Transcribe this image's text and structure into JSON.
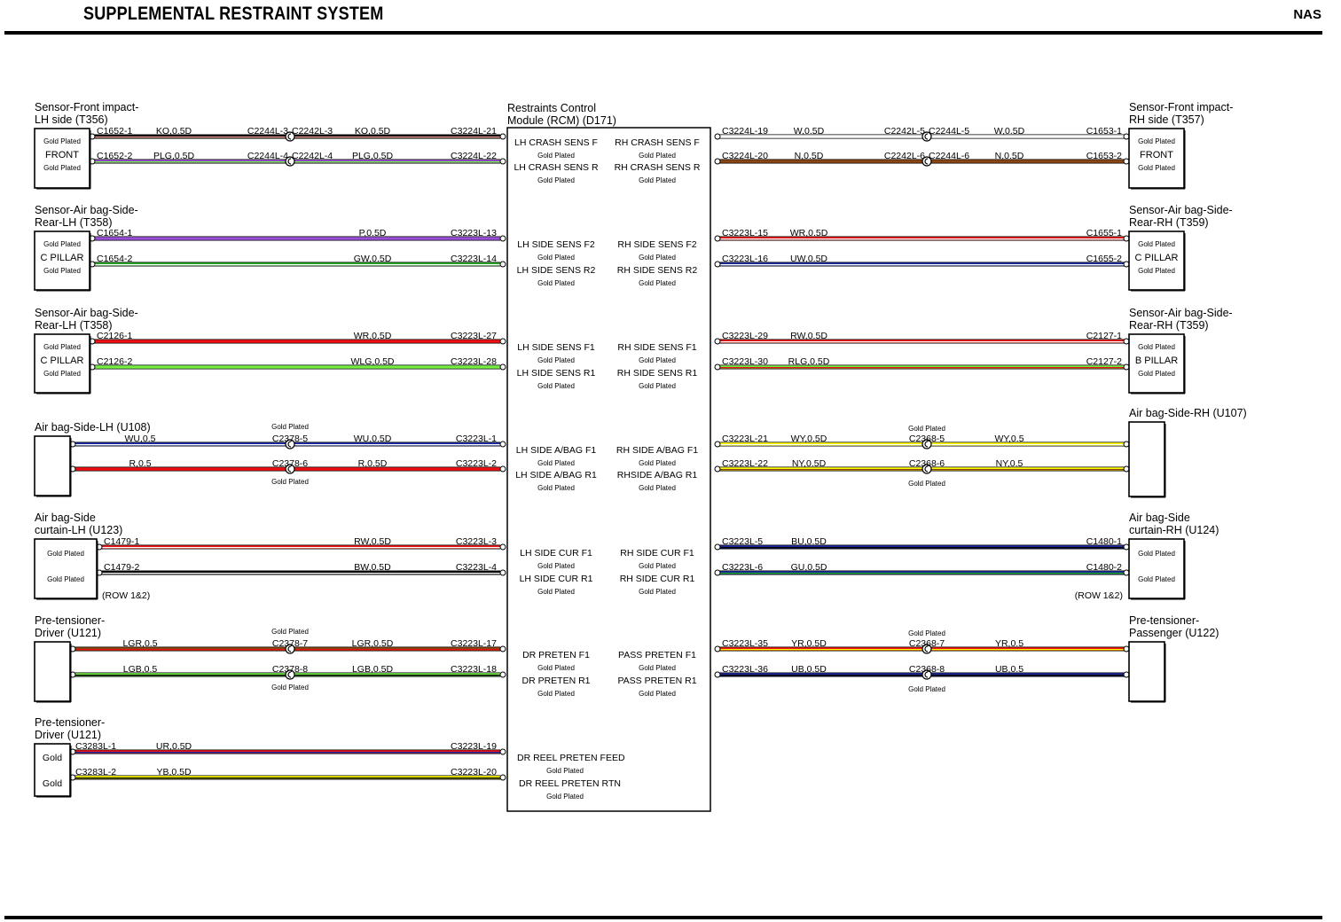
{
  "header": {
    "title": "SUPPLEMENTAL RESTRAINT SYSTEM",
    "region": "NAS"
  },
  "module": {
    "title_line1": "Restraints Control",
    "title_line2": "Module (RCM) (D171)",
    "plated_text": "Gold Plated",
    "left_pins": [
      "LH CRASH SENS F",
      "LH CRASH SENS R",
      "LH SIDE SENS F2",
      "LH SIDE SENS R2",
      "LH SIDE SENS F1",
      "LH SIDE SENS R1",
      "LH SIDE A/BAG F1",
      "LH SIDE A/BAG R1",
      "LH SIDE CUR F1",
      "LH SIDE CUR R1",
      "DR PRETEN F1",
      "DR PRETEN R1",
      "DR REEL PRETEN FEED",
      "DR REEL PRETEN RTN"
    ],
    "right_pins": [
      "RH CRASH SENS F",
      "RH CRASH SENS R",
      "RH SIDE SENS F2",
      "RH SIDE SENS R2",
      "RH SIDE SENS F1",
      "RH SIDE SENS R1",
      "RH SIDE A/BAG F1",
      "RHSIDE A/BAG R1",
      "RH SIDE CUR F1",
      "RH SIDE CUR R1",
      "PASS PRETEN F1",
      "PASS PRETEN R1"
    ]
  },
  "colors": {
    "K": "#111111",
    "O": "#f0a090",
    "P": "#9b4fd6",
    "G": "#22aa22",
    "W": "#ffffff",
    "R": "#ee1111",
    "LG": "#77ee44",
    "N": "#8b4513",
    "U": "#1a2aa0",
    "Y": "#ffff00",
    "B": "#000000",
    "CUR_L": "#e8e8e8",
    "GU_L": "#22aa88"
  },
  "left_components": [
    {
      "title": [
        "Sensor-Front impact-",
        "LH side (T356)"
      ],
      "box_text": [
        "Gold Plated",
        "FRONT",
        "Gold Plated"
      ]
    },
    {
      "title": [
        "Sensor-Air bag-Side-",
        "Rear-LH (T358)"
      ],
      "box_text": [
        "Gold Plated",
        "C PILLAR",
        "Gold Plated"
      ]
    },
    {
      "title": [
        "Sensor-Air bag-Side-",
        "Rear-LH (T358)"
      ],
      "box_text": [
        "Gold Plated",
        "C PILLAR",
        "Gold Plated"
      ]
    },
    {
      "title": [
        "Air bag-Side-LH (U108)"
      ],
      "box_text": []
    },
    {
      "title": [
        "Air bag-Side",
        "curtain-LH (U123)"
      ],
      "box_text": [
        "Gold Plated",
        "Gold Plated"
      ],
      "note": "(ROW 1&2)"
    },
    {
      "title": [
        "Pre-tensioner-",
        "Driver (U121)"
      ],
      "box_text": []
    },
    {
      "title": [
        "Pre-tensioner-",
        "Driver (U121)"
      ],
      "box_text": [
        "Gold",
        "Gold"
      ]
    }
  ],
  "right_components": [
    {
      "title": [
        "Sensor-Front impact-",
        "RH side (T357)"
      ],
      "box_text": [
        "Gold Plated",
        "FRONT",
        "Gold Plated"
      ]
    },
    {
      "title": [
        "Sensor-Air bag-Side-",
        "Rear-RH (T359)"
      ],
      "box_text": [
        "Gold Plated",
        "C PILLAR",
        "Gold Plated"
      ]
    },
    {
      "title": [
        "Sensor-Air bag-Side-",
        "Rear-RH (T359)"
      ],
      "box_text": [
        "Gold Plated",
        "B PILLAR",
        "Gold Plated"
      ]
    },
    {
      "title": [
        "Air bag-Side-RH (U107)"
      ],
      "box_text": []
    },
    {
      "title": [
        "Air bag-Side",
        "curtain-RH (U124)"
      ],
      "box_text": [
        "Gold Plated",
        "Gold Plated"
      ],
      "note": "(ROW 1&2)"
    },
    {
      "title": [
        "Pre-tensioner-",
        "Passenger (U122)"
      ],
      "box_text": []
    }
  ],
  "left_wires": [
    {
      "comp_pin": "C1652-1",
      "label_a": "KO,0.5D",
      "inline_a": "C2244L-3",
      "inline_b": "C2242L-3",
      "label_b": "KO,0.5D",
      "rcm_pin": "C3224L-21",
      "base": "K",
      "stripe": "O"
    },
    {
      "comp_pin": "C1652-2",
      "label_a": "PLG,0.5D",
      "inline_a": "C2244L-4",
      "inline_b": "C2242L-4",
      "label_b": "PLG,0.5D",
      "rcm_pin": "C3224L-22",
      "base": "P",
      "stripe": "LG"
    },
    {
      "comp_pin": "C1654-1",
      "label_b": "P,0.5D",
      "rcm_pin": "C3223L-13",
      "base": "P",
      "stripe": "P"
    },
    {
      "comp_pin": "C1654-2",
      "label_b": "GW,0.5D",
      "rcm_pin": "C3223L-14",
      "base": "G",
      "stripe": "W"
    },
    {
      "comp_pin": "C2126-1",
      "label_b": "WR,0.5D",
      "rcm_pin": "C3223L-27",
      "base": "R",
      "stripe": "R"
    },
    {
      "comp_pin": "C2126-2",
      "label_b": "WLG,0.5D",
      "rcm_pin": "C3223L-28",
      "base": "LG",
      "stripe": "LG"
    },
    {
      "label_a": "WU,0.5",
      "inline_a": "C2378-5",
      "label_b": "WU,0.5D",
      "rcm_pin": "C3223L-1",
      "base": "U",
      "stripe": "W",
      "plated": "Gold Plated",
      "plated_pos": "above"
    },
    {
      "label_a": "R,0.5",
      "inline_a": "C2378-6",
      "label_b": "R,0.5D",
      "rcm_pin": "C3223L-2",
      "base": "R",
      "stripe": "R",
      "plated": "Gold Plated",
      "plated_pos": "below"
    },
    {
      "comp_pin": "C1479-1",
      "label_b": "RW,0.5D",
      "rcm_pin": "C3223L-3",
      "base": "R",
      "stripe": "W"
    },
    {
      "comp_pin": "C1479-2",
      "label_b": "BW,0.5D",
      "rcm_pin": "C3223L-4",
      "base": "B",
      "stripe": "W"
    },
    {
      "label_a": "LGR,0.5",
      "inline_a": "C2378-7",
      "label_b": "LGR,0.5D",
      "rcm_pin": "C3223L-17",
      "base": "N",
      "stripe": "R",
      "plated": "Gold Plated",
      "plated_pos": "above"
    },
    {
      "label_a": "LGB,0.5",
      "inline_a": "C2378-8",
      "label_b": "LGB,0.5D",
      "rcm_pin": "C3223L-18",
      "base": "LG",
      "stripe": "B",
      "plated": "Gold Plated",
      "plated_pos": "below"
    },
    {
      "comp_pin": "C3283L-1",
      "label_a": "UR,0.5D",
      "rcm_pin": "C3223L-19",
      "base": "R",
      "stripe": "U"
    },
    {
      "comp_pin": "C3283L-2",
      "label_a": "YB,0.5D",
      "rcm_pin": "C3223L-20",
      "base": "Y",
      "stripe": "B"
    }
  ],
  "right_wires": [
    {
      "rcm_pin": "C3224L-19",
      "label_a": "W,0.5D",
      "inline_a": "C2242L-5",
      "inline_b": "C2244L-5",
      "label_b": "W,0.5D",
      "comp_pin": "C1653-1",
      "base": "W",
      "stripe": "W"
    },
    {
      "rcm_pin": "C3224L-20",
      "label_a": "N,0.5D",
      "inline_a": "C2242L-6",
      "inline_b": "C2244L-6",
      "label_b": "N,0.5D",
      "comp_pin": "C1653-2",
      "base": "N",
      "stripe": "N"
    },
    {
      "rcm_pin": "C3223L-15",
      "label_a": "WR,0.5D",
      "comp_pin": "C1655-1",
      "base": "R",
      "stripe": "W"
    },
    {
      "rcm_pin": "C3223L-16",
      "label_a": "UW,0.5D",
      "comp_pin": "C1655-2",
      "base": "U",
      "stripe": "W"
    },
    {
      "rcm_pin": "C3223L-29",
      "label_a": "RW,0.5D",
      "comp_pin": "C2127-1",
      "base": "R",
      "stripe": "W"
    },
    {
      "rcm_pin": "C3223L-30",
      "label_a": "RLG,0.5D",
      "comp_pin": "C2127-2",
      "base": "LG",
      "stripe": "R"
    },
    {
      "rcm_pin": "C3223L-21",
      "label_a": "WY,0.5D",
      "inline_a": "C2368-5",
      "label_b": "WY,0.5",
      "base": "Y",
      "stripe": "W",
      "plated": "Gold Plated",
      "plated_pos": "above"
    },
    {
      "rcm_pin": "C3223L-22",
      "label_a": "NY,0.5D",
      "inline_a": "C2368-6",
      "label_b": "NY,0.5",
      "base": "Y",
      "stripe": "N",
      "plated": "Gold Plated",
      "plated_pos": "below"
    },
    {
      "rcm_pin": "C3223L-5",
      "label_a": "BU,0.5D",
      "comp_pin": "C1480-1",
      "base": "U",
      "stripe": "B"
    },
    {
      "rcm_pin": "C3223L-6",
      "label_a": "GU,0.5D",
      "comp_pin": "C1480-2",
      "base": "U",
      "stripe": "G"
    },
    {
      "rcm_pin": "C3223L-35",
      "label_a": "YR,0.5D",
      "inline_a": "C2368-7",
      "label_b": "YR,0.5",
      "base": "R",
      "stripe": "Y",
      "plated": "Gold Plated",
      "plated_pos": "above"
    },
    {
      "rcm_pin": "C3223L-36",
      "label_a": "UB,0.5D",
      "inline_a": "C2368-8",
      "label_b": "UB,0.5",
      "base": "U",
      "stripe": "B",
      "plated": "Gold Plated",
      "plated_pos": "below"
    }
  ]
}
